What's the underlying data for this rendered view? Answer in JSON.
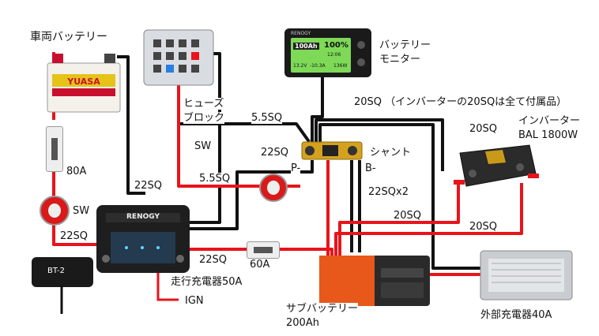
{
  "colors": {
    "positive_wire": "#e8141b",
    "negative_wire": "#111111",
    "monitor_screen": "#7ed957",
    "charger_body": "#2a3a4a",
    "sub_battery_accent": "#e8581a"
  },
  "components": {
    "vehicle_battery": {
      "label": "車両バッテリー",
      "brand": "YUASA"
    },
    "fuse_block": {
      "label_line1": "ヒューズ",
      "label_line2": "ブロック"
    },
    "battery_monitor": {
      "label_line1": "バッテリー",
      "label_line2": "モニター",
      "screen_capacity": "100Ah",
      "screen_percent": "100%",
      "screen_voltage": "13.2V",
      "screen_current": "-10.3A",
      "screen_time": "12:06",
      "screen_power": "136W",
      "brand": "RENOGY"
    },
    "shunt": {
      "label": "シャント",
      "p_minus": "P-",
      "b_minus": "B-"
    },
    "inverter": {
      "label_line1": "インバーター",
      "label_line2": "BAL 1800W"
    },
    "dc_dc_charger": {
      "label": "走行充電器50A",
      "brand": "RENOGY",
      "ign": "IGN"
    },
    "bt2": {
      "label": "BT-2"
    },
    "sub_battery": {
      "label_line1": "サブバッテリー",
      "label_line2": "200Ah"
    },
    "external_charger": {
      "label": "外部充電器40A"
    }
  },
  "annotations": {
    "note_20sq": "20SQ （インバーターの20SQは全て付属品）",
    "sq55_top": "5.5SQ",
    "sq55_mid": "5.5SQ",
    "sq22_shunt": "22SQ",
    "sq22_left": "22SQ",
    "sq22_bottom_left": "22SQ",
    "sq22_charger_out": "22SQ",
    "sq22x2": "22SQx2",
    "sq20_inverter": "20SQ",
    "sq20_mid": "20SQ",
    "sq20_right": "20SQ",
    "sw_fuse": "SW",
    "sw_left": "SW",
    "fuse_80a": "80A",
    "fuse_60a": "60A"
  }
}
